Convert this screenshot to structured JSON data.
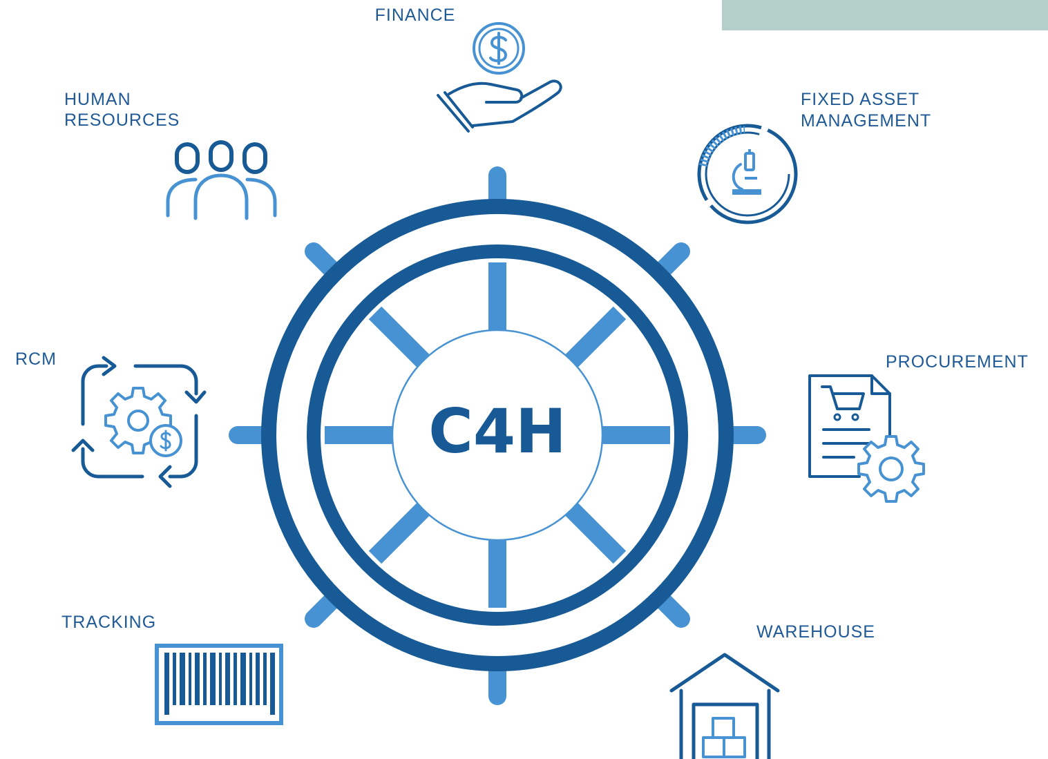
{
  "colors": {
    "dark_blue": "#175a96",
    "light_blue": "#4792d2",
    "label_blue": "#1f5a96",
    "corner_tab": "#b4cfca",
    "background": "#ffffff"
  },
  "center": {
    "label": "C4H"
  },
  "modules": {
    "finance": {
      "label": "FINANCE",
      "icon": "hand-dollar-icon"
    },
    "human_resources": {
      "label_line1": "HUMAN",
      "label_line2": "RESOURCES",
      "icon": "people-group-icon"
    },
    "fixed_asset": {
      "label_line1": "FIXED ASSET",
      "label_line2": "MANAGEMENT",
      "icon": "microscope-gauge-icon"
    },
    "rcm": {
      "label": "RCM",
      "icon": "gear-cycle-dollar-icon"
    },
    "procurement": {
      "label": "PROCUREMENT",
      "icon": "cart-document-gear-icon"
    },
    "tracking": {
      "label": "TRACKING",
      "icon": "barcode-icon"
    },
    "warehouse": {
      "label": "WAREHOUSE",
      "icon": "warehouse-boxes-icon"
    }
  },
  "decor": {
    "wheel": "ship-wheel-icon",
    "corner": "corner-tab"
  }
}
